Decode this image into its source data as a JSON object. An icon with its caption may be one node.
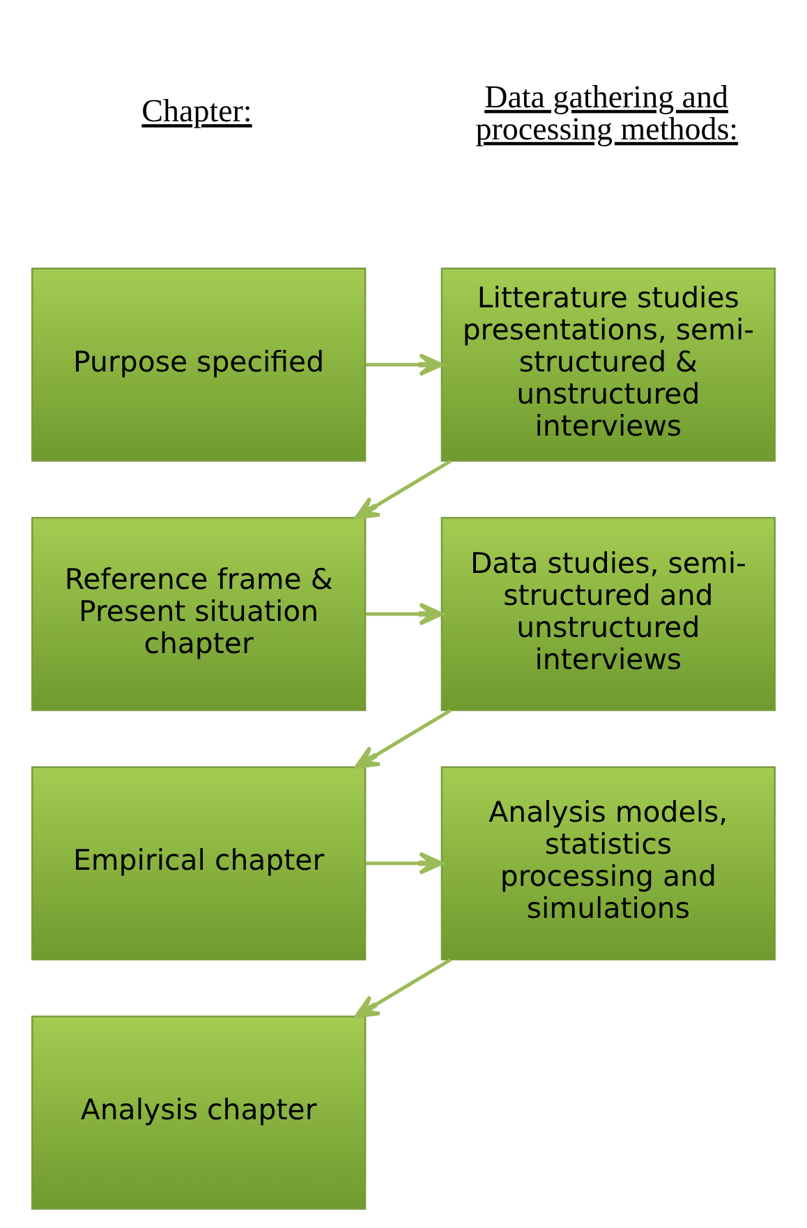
{
  "diagram": {
    "nodes": [
      {
        "text": [
          "Purpose specified"
        ]
      },
      {
        "text": [
          "Litterature studies presentations, semi-structured & unstructured interviews"
        ]
      },
      {
        "text": [
          "Reference frame & Present situation chapter"
        ]
      },
      {
        "text": [
          "Data studies, semi-structured and unstructured interviews"
        ]
      },
      {
        "text": [
          "Empirical chapter"
        ]
      },
      {
        "text": [
          "Analysis models, statistics processing and simulations"
        ]
      },
      {
        "text": [
          "Analysis chapter"
        ]
      }
    ],
    "edges": [
      {
        "from": 0,
        "to": 1,
        "arrow": "to"
      },
      {
        "from": 1,
        "to": 2,
        "arrow": "to"
      },
      {
        "from": 2,
        "to": 3,
        "arrow": "to"
      },
      {
        "from": 3,
        "to": 4,
        "arrow": "to"
      },
      {
        "from": 4,
        "to": 5,
        "arrow": "to"
      },
      {
        "from": 5,
        "to": 6,
        "arrow": "to"
      }
    ],
    "labels": [
      "Chapter:",
      "Data gathering and processing methods:"
    ]
  }
}
